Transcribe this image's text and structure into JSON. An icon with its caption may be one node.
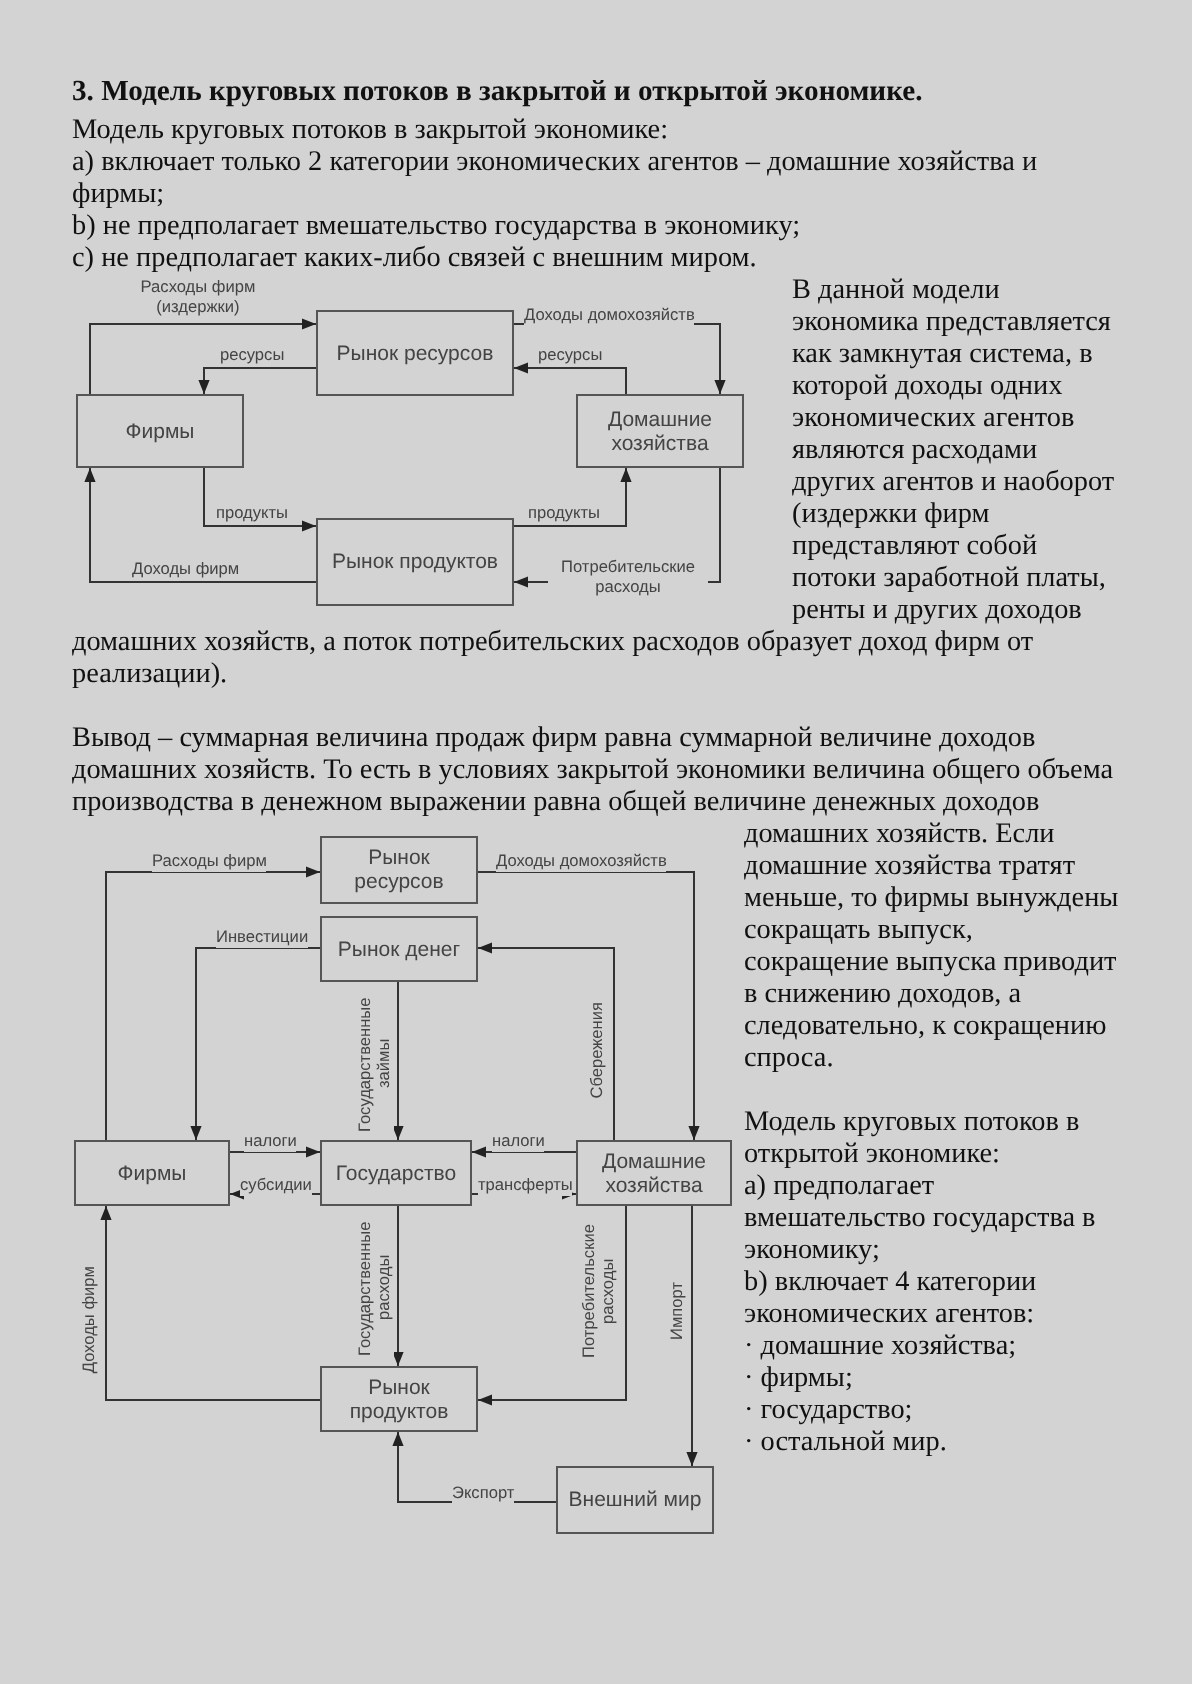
{
  "diagram": {
    "title": "3. Модель круговых потоков в закрытой и открытой экономике.",
    "nodes": [
      {
        "text": [
          "Рынок ресурсов"
        ]
      },
      {
        "text": [
          "Фирмы"
        ]
      },
      {
        "text": [
          "Домашние хозяйства"
        ]
      },
      {
        "text": [
          "Рынок продуктов"
        ]
      },
      {
        "text": [
          "Рынок ресурсов"
        ]
      },
      {
        "text": [
          "Рынок денег"
        ]
      },
      {
        "text": [
          "Фирмы"
        ]
      },
      {
        "text": [
          "Государство"
        ]
      },
      {
        "text": [
          "Домашние хозяйства"
        ]
      },
      {
        "text": [
          "Рынок продуктов"
        ]
      },
      {
        "text": [
          "Внешний мир"
        ]
      }
    ],
    "edges": [
      {
        "from": 1,
        "to": 0,
        "arrow": "to",
        "label": "Расходы фирм (издержки)"
      },
      {
        "from": 0,
        "to": 1,
        "arrow": "to",
        "label": "ресурсы"
      },
      {
        "from": 0,
        "to": 2,
        "arrow": "to",
        "label": "Доходы домохозяйств"
      },
      {
        "from": 2,
        "to": 0,
        "arrow": "to",
        "label": "ресурсы"
      },
      {
        "from": 1,
        "to": 3,
        "arrow": "to",
        "label": "продукты"
      },
      {
        "from": 3,
        "to": 2,
        "arrow": "to",
        "label": "продукты"
      },
      {
        "from": 2,
        "to": 3,
        "arrow": "to",
        "label": "Потребительские расходы"
      },
      {
        "from": 3,
        "to": 1,
        "arrow": "to",
        "label": "Доходы фирм"
      },
      {
        "from": 6,
        "to": 4,
        "arrow": "to",
        "label": "Расходы фирм"
      },
      {
        "from": 4,
        "to": 8,
        "arrow": "to",
        "label": "Доходы домохозяйств"
      },
      {
        "from": 5,
        "to": 6,
        "arrow": "to",
        "label": "Инвестиции"
      },
      {
        "from": 8,
        "to": 5,
        "arrow": "to",
        "label": "Сбережения"
      },
      {
        "from": 5,
        "to": 7,
        "arrow": "to",
        "label": "Государственные займы"
      },
      {
        "from": 6,
        "to": 7,
        "arrow": "to",
        "label": "налоги"
      },
      {
        "from": 7,
        "to": 6,
        "arrow": "to",
        "label": "субсидии"
      },
      {
        "from": 8,
        "to": 7,
        "arrow": "to",
        "label": "налоги"
      },
      {
        "from": 7,
        "to": 8,
        "arrow": "to",
        "label": "трансферты"
      },
      {
        "from": 7,
        "to": 9,
        "arrow": "to",
        "label": "Государственные расходы"
      },
      {
        "from": 8,
        "to": 9,
        "arrow": "to",
        "label": "Потребительские расходы"
      },
      {
        "from": 9,
        "to": 6,
        "arrow": "to",
        "label": "Доходы фирм"
      },
      {
        "from": 8,
        "to": 10,
        "arrow": "to",
        "label": "Импорт"
      },
      {
        "from": 10,
        "to": 9,
        "arrow": "to",
        "label": "Экспорт"
      }
    ],
    "labels": [
      "Модель круговых потоков в закрытой экономике:",
      "a) включает только 2 категории экономических агентов – домашние хозяйства и фирмы;",
      "b) не предполагает вмешательство государства в экономику;",
      "c) не предполагает каких-либо связей с внешним миром.",
      "В данной модели экономика представляется как замкнутая система, в которой доходы одних экономических агентов являются расходами других агентов и наоборот (издержки фирм представляют собой потоки заработной платы, ренты и других доходов домашних хозяйств, а поток потребительских расходов образует доход фирм от реализации).",
      "Вывод – суммарная величина продаж фирм равна суммарной величине доходов домашних хозяйств. То есть в условиях закрытой экономики величина общего объема производства в денежном выражении равна общей величине денежных доходов домашних хозяйств. Если домашние хозяйства тратят меньше, то фирмы вынуждены сокращать выпуск, сокращение выпуска приводит в снижению доходов, а следовательно, к сокращению спроса.",
      "Модель круговых потоков в открытой экономике:",
      "a) предполагает вмешательство государства в экономику;",
      "b) включает 4 категории экономических агентов:",
      "· домашние хозяйства;",
      "· фирмы;",
      "· государство;",
      "· остальной мир."
    ]
  }
}
